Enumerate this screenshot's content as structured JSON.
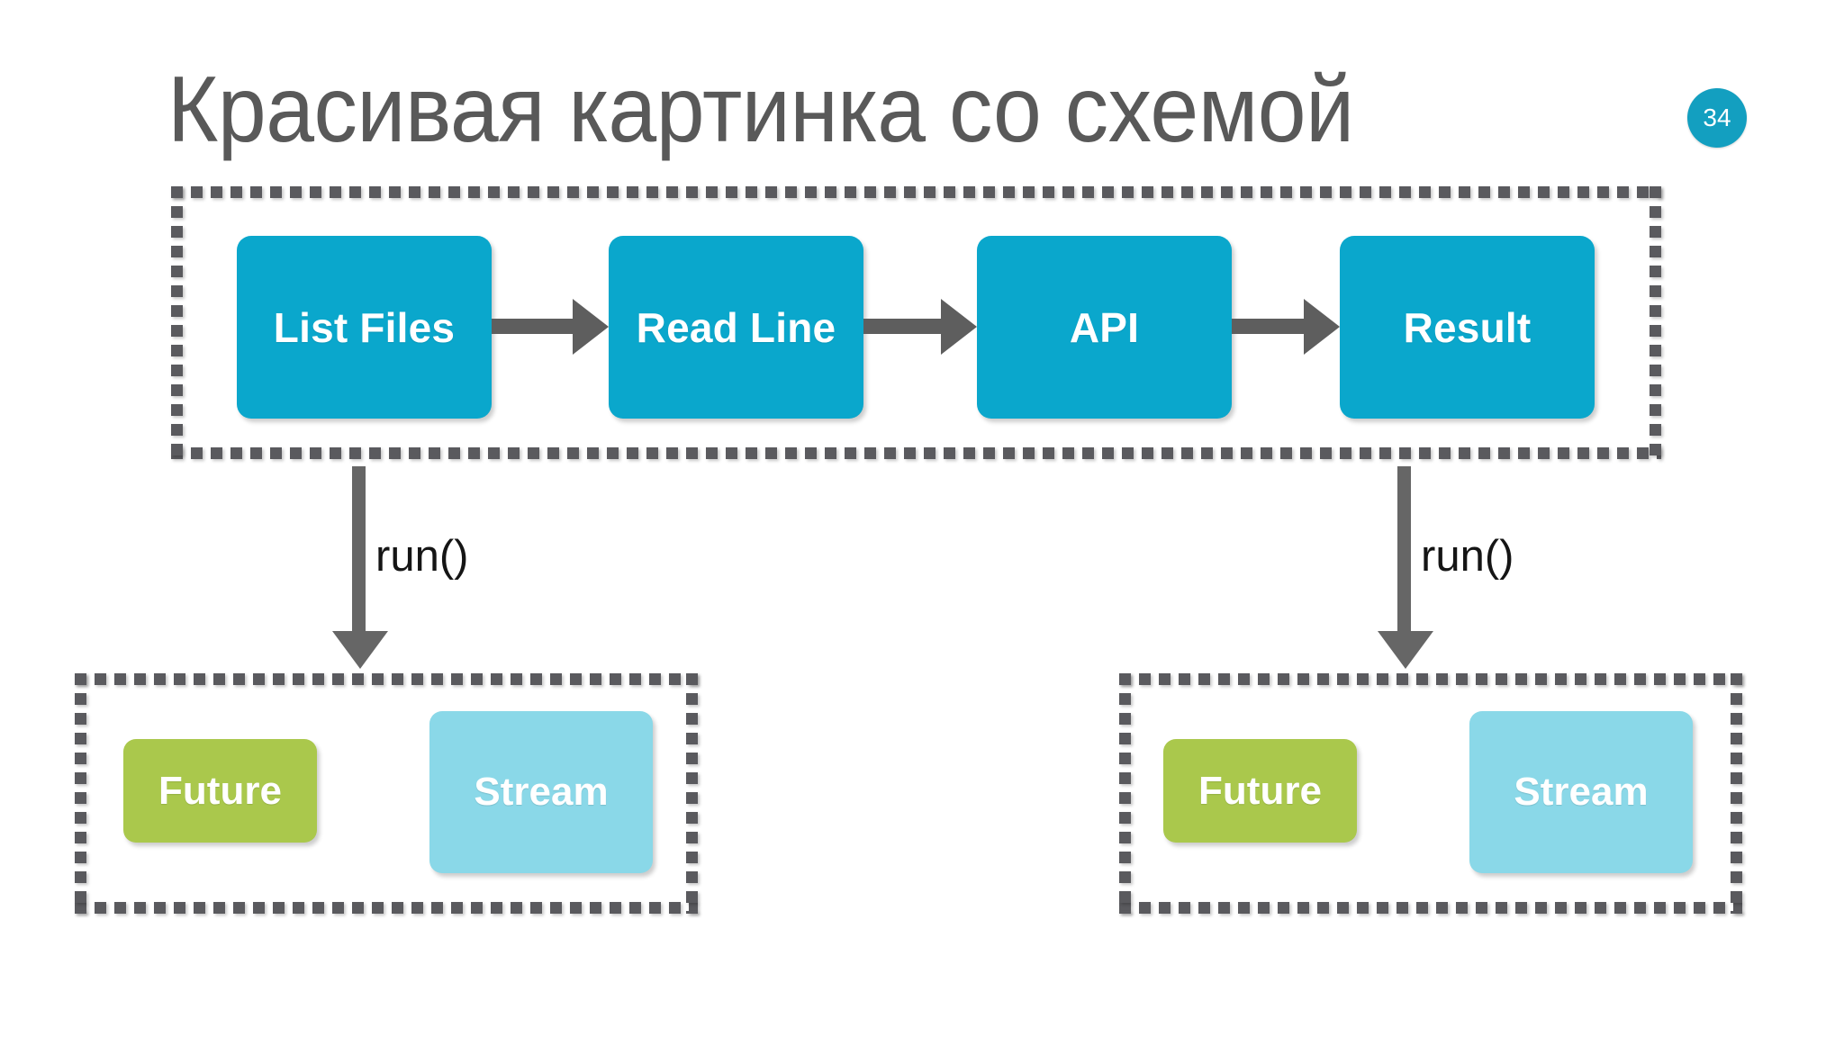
{
  "slide": {
    "title": "Красивая картинка со схемой",
    "page_number": "34",
    "accent_cyan": "#0AA7CC",
    "accent_green": "#AAC84C",
    "accent_light_blue": "#8AD8E8",
    "badge_color": "#139FC0",
    "title_color": "#595959",
    "dash_color": "#5A5A5E",
    "arrow_color": "#5E5E5E"
  },
  "pipeline": {
    "name": "pipeline-group",
    "nodes": [
      {
        "label": "List Files"
      },
      {
        "label": "Read Line"
      },
      {
        "label": "API"
      },
      {
        "label": "Result"
      }
    ]
  },
  "connectors": {
    "run_left": "run()",
    "run_right": "run()"
  },
  "groups": [
    {
      "name": "left-result-group",
      "chips": [
        {
          "label": "Future",
          "style": "green"
        },
        {
          "label": "Stream",
          "style": "blue"
        }
      ]
    },
    {
      "name": "right-result-group",
      "chips": [
        {
          "label": "Future",
          "style": "green"
        },
        {
          "label": "Stream",
          "style": "blue"
        }
      ]
    }
  ]
}
